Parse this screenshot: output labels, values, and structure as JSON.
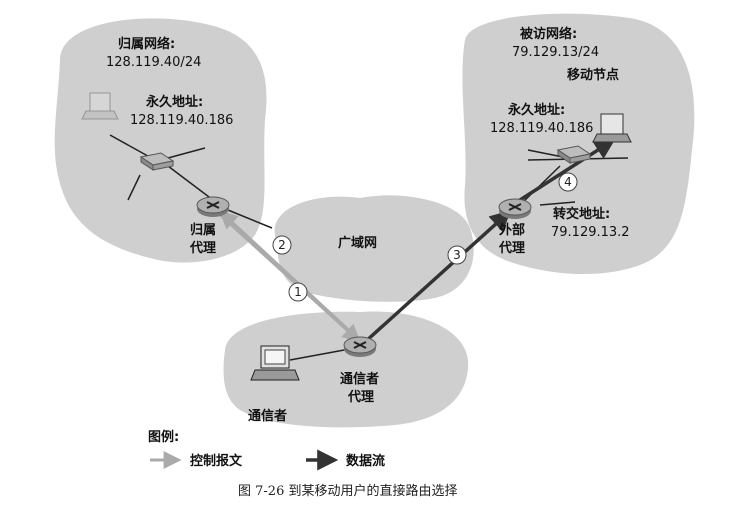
{
  "colors": {
    "cloud": "#cfcfcf",
    "control_arrow": "#bdbdbd",
    "data_arrow": "#333333",
    "router": "#9a9a9a"
  },
  "home_network": {
    "title": "归属网络:",
    "subnet": "128.119.40/24",
    "perm_label": "永久地址:",
    "perm_addr": "128.119.40.186",
    "agent_line1": "归属",
    "agent_line2": "代理"
  },
  "visited_network": {
    "title": "被访网络:",
    "subnet": "79.129.13/24",
    "mobile_node": "移动节点",
    "perm_label": "永久地址:",
    "perm_addr": "128.119.40.186",
    "coa_label": "转交地址:",
    "coa_addr": "79.129.13.2",
    "agent_line1": "外部",
    "agent_line2": "代理"
  },
  "wan_label": "广域网",
  "correspondent": {
    "agent_line1": "通信者",
    "agent_line2": "代理",
    "host_label": "通信者"
  },
  "steps": [
    "1",
    "2",
    "3",
    "4"
  ],
  "legend": {
    "title": "图例:",
    "control": "控制报文",
    "data": "数据流"
  },
  "caption": "图 7-26   到某移动用户的直接路由选择",
  "icons": [
    "laptop-icon",
    "switch-icon",
    "router-icon",
    "desktop-computer-icon"
  ]
}
